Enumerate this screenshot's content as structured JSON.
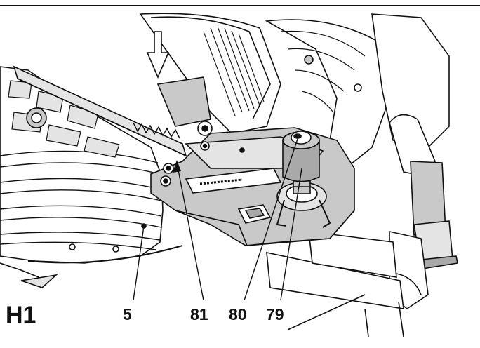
{
  "figure": {
    "label": "H1",
    "callouts": [
      "5",
      "81",
      "80",
      "79"
    ]
  },
  "colors": {
    "ink": "#111111",
    "gray_dark": "#a9a9a9",
    "gray_mid": "#c9c9c9",
    "gray_light": "#e4e4e4",
    "background": "#ffffff"
  }
}
